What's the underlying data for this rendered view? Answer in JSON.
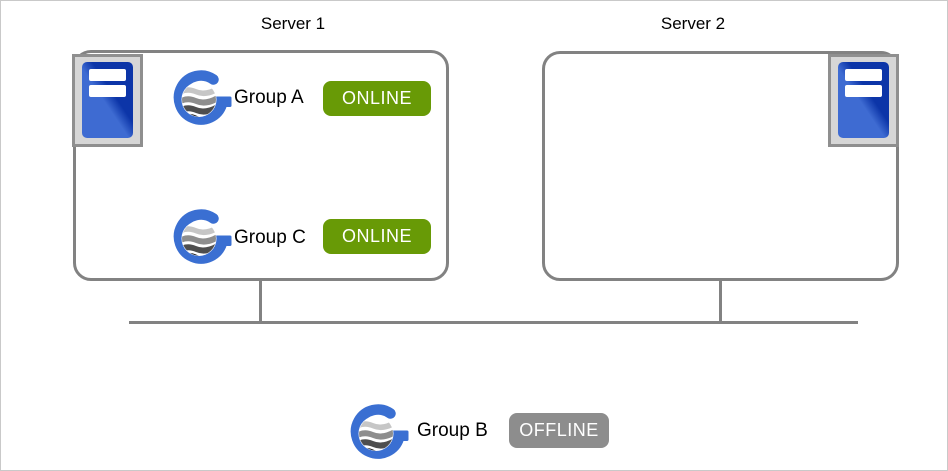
{
  "servers": [
    {
      "name": "Server 1",
      "groups": [
        {
          "name": "Group A",
          "status": "ONLINE"
        },
        {
          "name": "Group C",
          "status": "ONLINE"
        }
      ]
    },
    {
      "name": "Server 2",
      "groups": []
    }
  ],
  "standalone_group": {
    "name": "Group B",
    "status": "OFFLINE"
  },
  "icons": {
    "server": "server-tower-icon",
    "group": "group-globe-icon"
  },
  "colors": {
    "online_badge": "#689a06",
    "offline_badge": "#8d8d8d",
    "connector_line": "#828282",
    "group_icon_blue": "#3a6fd2",
    "tower_blue_light": "#3e6bd2",
    "tower_blue_dark": "#0c35a8",
    "icon_frame_fill": "#d6d6d6",
    "icon_frame_border": "#8f8f8f"
  }
}
